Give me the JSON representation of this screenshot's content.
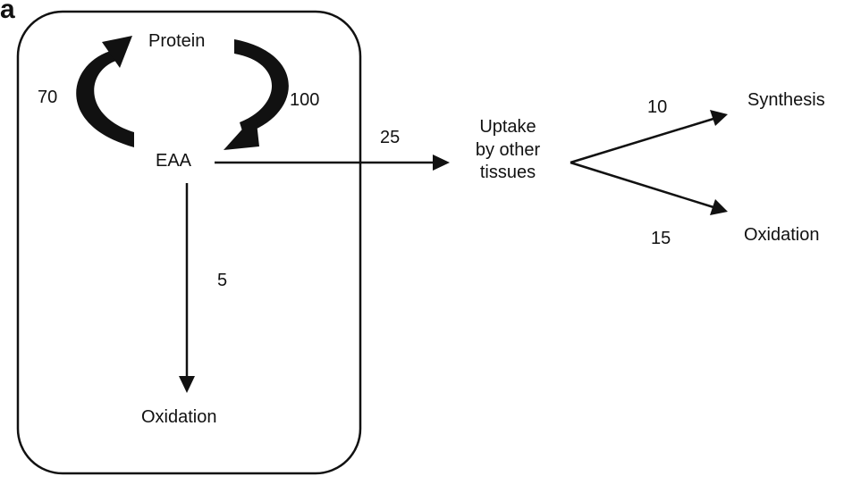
{
  "panel_letter": "a",
  "nodes": {
    "protein": "Protein",
    "eaa": "EAA",
    "oxidation_inner": "Oxidation",
    "uptake_lines": [
      "Uptake",
      "by other",
      "tissues"
    ],
    "synthesis": "Synthesis",
    "oxidation_outer": "Oxidation"
  },
  "flows": {
    "protein_to_eaa": "100",
    "eaa_to_protein": "70",
    "eaa_to_uptake": "25",
    "eaa_to_oxidation": "5",
    "uptake_to_synthesis": "10",
    "uptake_to_oxidation": "15"
  },
  "colors": {
    "ink": "#111111",
    "background": "#ffffff"
  }
}
